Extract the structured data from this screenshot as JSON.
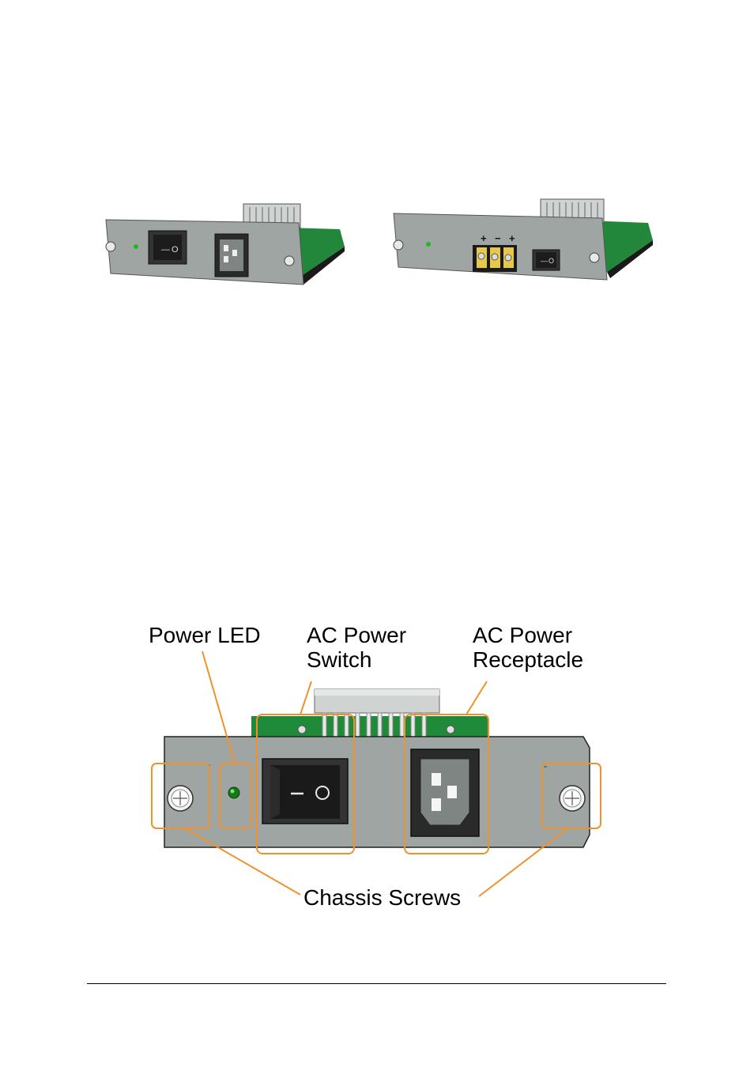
{
  "top_figures": {
    "ac_module": {
      "switch_symbols": [
        "—",
        "O"
      ]
    },
    "dc_module": {
      "terminal_polarity": [
        "+",
        "−",
        "+"
      ],
      "switch_symbols": [
        "—",
        "O"
      ]
    }
  },
  "callouts": {
    "power_led": "Power LED",
    "ac_power_switch": [
      "AC Power",
      "Switch"
    ],
    "ac_power_receptacle": [
      "AC Power",
      "Receptacle"
    ],
    "chassis_screws": "Chassis Screws"
  },
  "colors": {
    "callout_orange": "#f0922b",
    "panel_gray": "#9fa5a2",
    "pcb_green": "#1f8a3a",
    "led_green": "#1fb81f"
  }
}
